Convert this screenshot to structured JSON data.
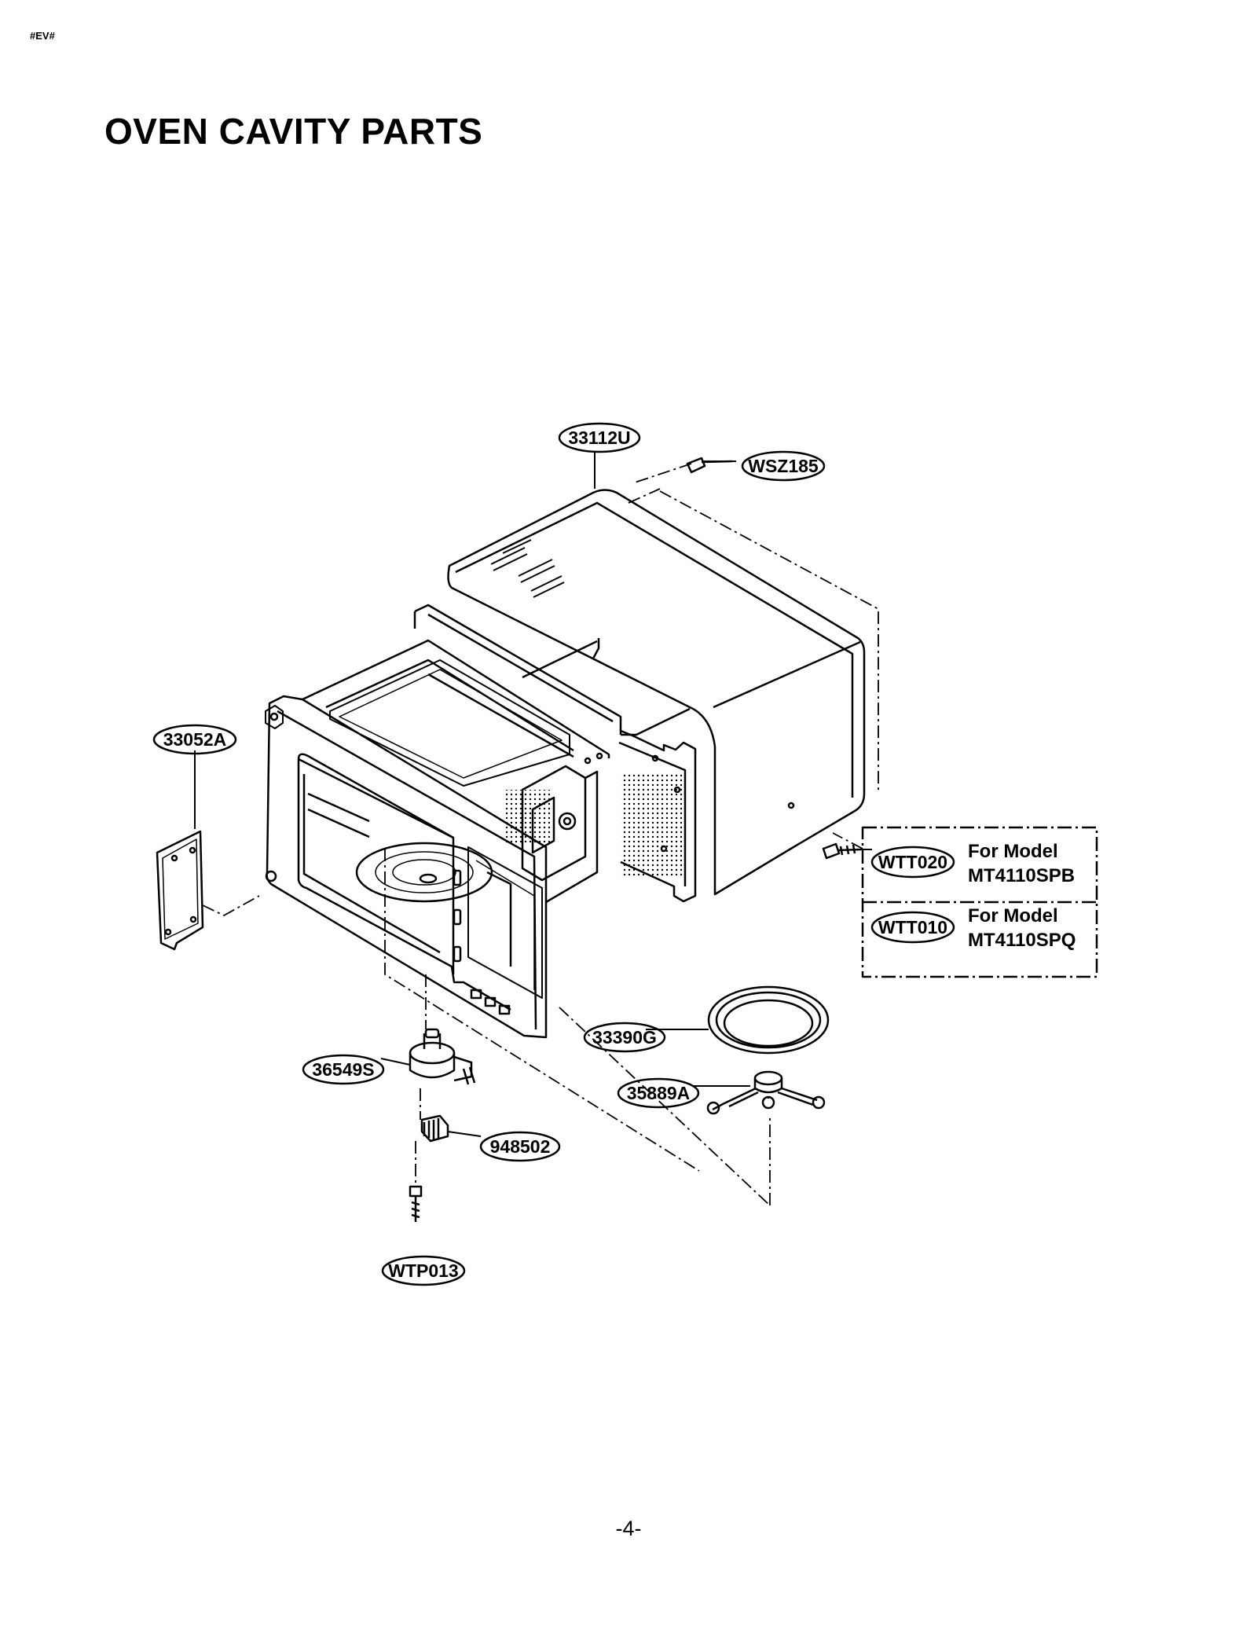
{
  "header": {
    "code": "#EV#",
    "title": "OVEN CAVITY PARTS"
  },
  "footer": {
    "page_number": "-4-"
  },
  "callouts": {
    "outer_case": "33112U",
    "case_screw": "WSZ185",
    "cover_plate": "33052A",
    "turntable_motor": "36549S",
    "coupler": "948502",
    "motor_screw": "WTP013",
    "glass_tray": "33390G",
    "roller_guide": "35889A",
    "tray_spb": "WTT020",
    "tray_spq": "WTT010"
  },
  "model_notes": [
    {
      "line1": "For Model",
      "line2": "MT4110SPB"
    },
    {
      "line1": "For Model",
      "line2": "MT4110SPQ"
    }
  ]
}
